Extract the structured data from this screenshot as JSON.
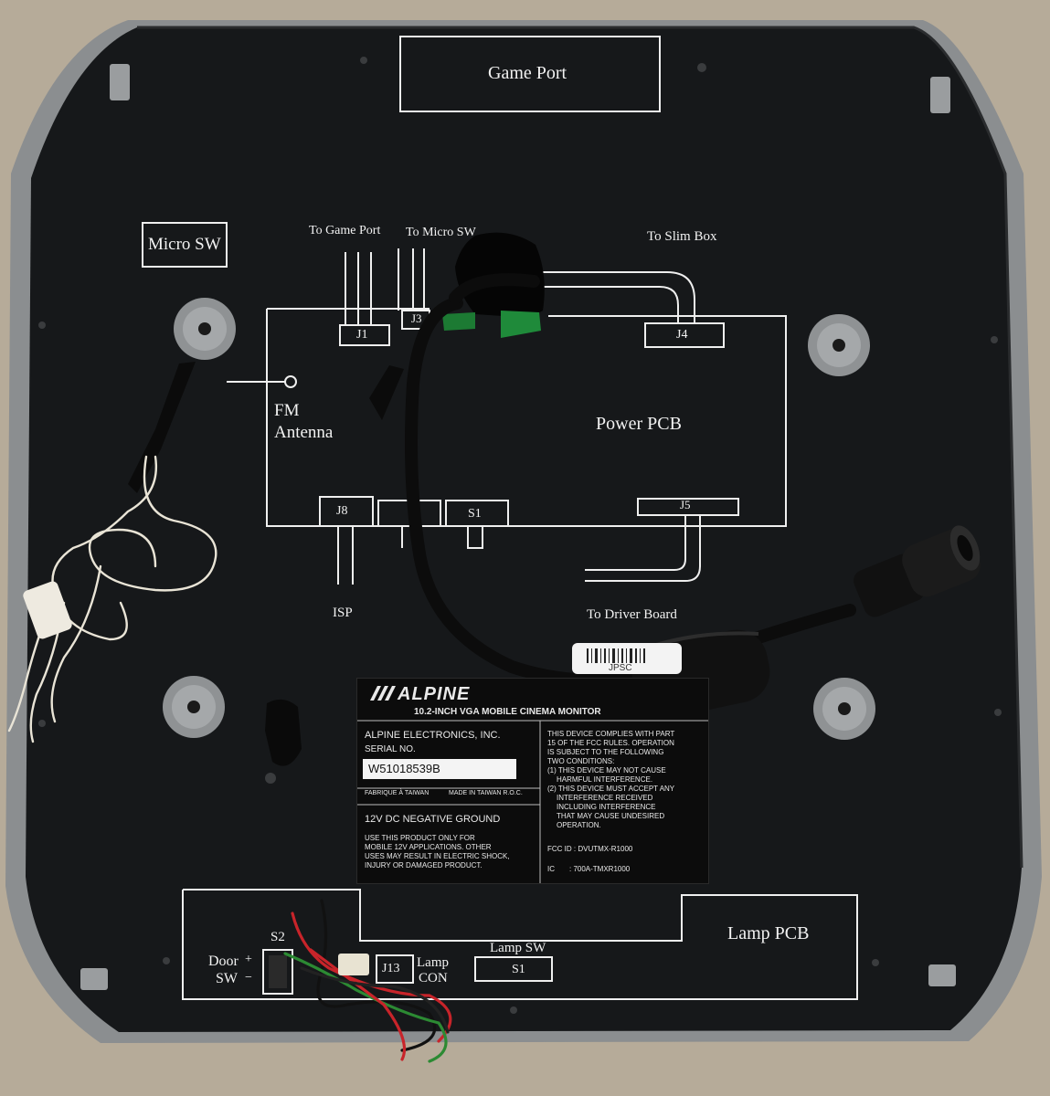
{
  "silkscreen": {
    "game_port": "Game Port",
    "micro_sw": "Micro SW",
    "to_game_port": "To Game Port",
    "to_micro_sw": "To Micro SW",
    "to_slim_box": "To Slim Box",
    "j1": "J1",
    "j3": "J3",
    "j4": "J4",
    "fm": "FM",
    "antenna": "Antenna",
    "power_pcb": "Power PCB",
    "j8": "J8",
    "s1_power": "S1",
    "j5": "J5",
    "isp": "ISP",
    "to_driver_board": "To Driver Board",
    "lamp_pcb": "Lamp PCB",
    "s2": "S2",
    "door": "Door",
    "sw": "SW",
    "plus": "+",
    "minus": "−",
    "j13": "J13",
    "lamp": "Lamp",
    "con": "CON",
    "lamp_sw": "Lamp SW",
    "s1_lamp": "S1"
  },
  "label": {
    "brand": "ALPINE",
    "model": "10.2-INCH VGA MOBILE CINEMA MONITOR",
    "company": "ALPINE ELECTRONICS, INC.",
    "serial_label": "SERIAL NO.",
    "serial_value": "W51018539B",
    "made_fr": "FABRIQUE À TAIWAN",
    "made_en": "MADE IN TAIWAN R.O.C.",
    "power": "12V DC NEGATIVE GROUND",
    "usage_1": "USE THIS PRODUCT ONLY FOR",
    "usage_2": "MOBILE 12V APPLICATIONS. OTHER",
    "usage_3": "USES MAY RESULT IN ELECTRIC SHOCK,",
    "usage_4": "INJURY OR DAMAGED PRODUCT.",
    "fcc_1": "THIS DEVICE COMPLIES WITH PART",
    "fcc_2": "15 OF THE FCC RULES. OPERATION",
    "fcc_3": "IS SUBJECT TO THE FOLLOWING",
    "fcc_4": "TWO CONDITIONS:",
    "fcc_5": "(1) THIS DEVICE MAY NOT CAUSE",
    "fcc_6": "HARMFUL INTERFERENCE.",
    "fcc_7": "(2) THIS DEVICE MUST ACCEPT ANY",
    "fcc_8": "INTERFERENCE RECEIVED",
    "fcc_9": "INCLUDING INTERFERENCE",
    "fcc_10": "THAT MAY CAUSE UNDESIRED",
    "fcc_11": "OPERATION.",
    "fcc_id": "FCC ID : DVUTMX-R1000",
    "ic_label": "IC",
    "ic_value": ": 700A-TMXR1000"
  },
  "barcode_text": "JPSC",
  "colors": {
    "panel": "#151719",
    "housing": "#8d9092",
    "background": "#b8ad9c",
    "silkscreen": "#f2f2f2",
    "cable": "#0d0d0d",
    "pcb_green": "#1f8a3a"
  }
}
